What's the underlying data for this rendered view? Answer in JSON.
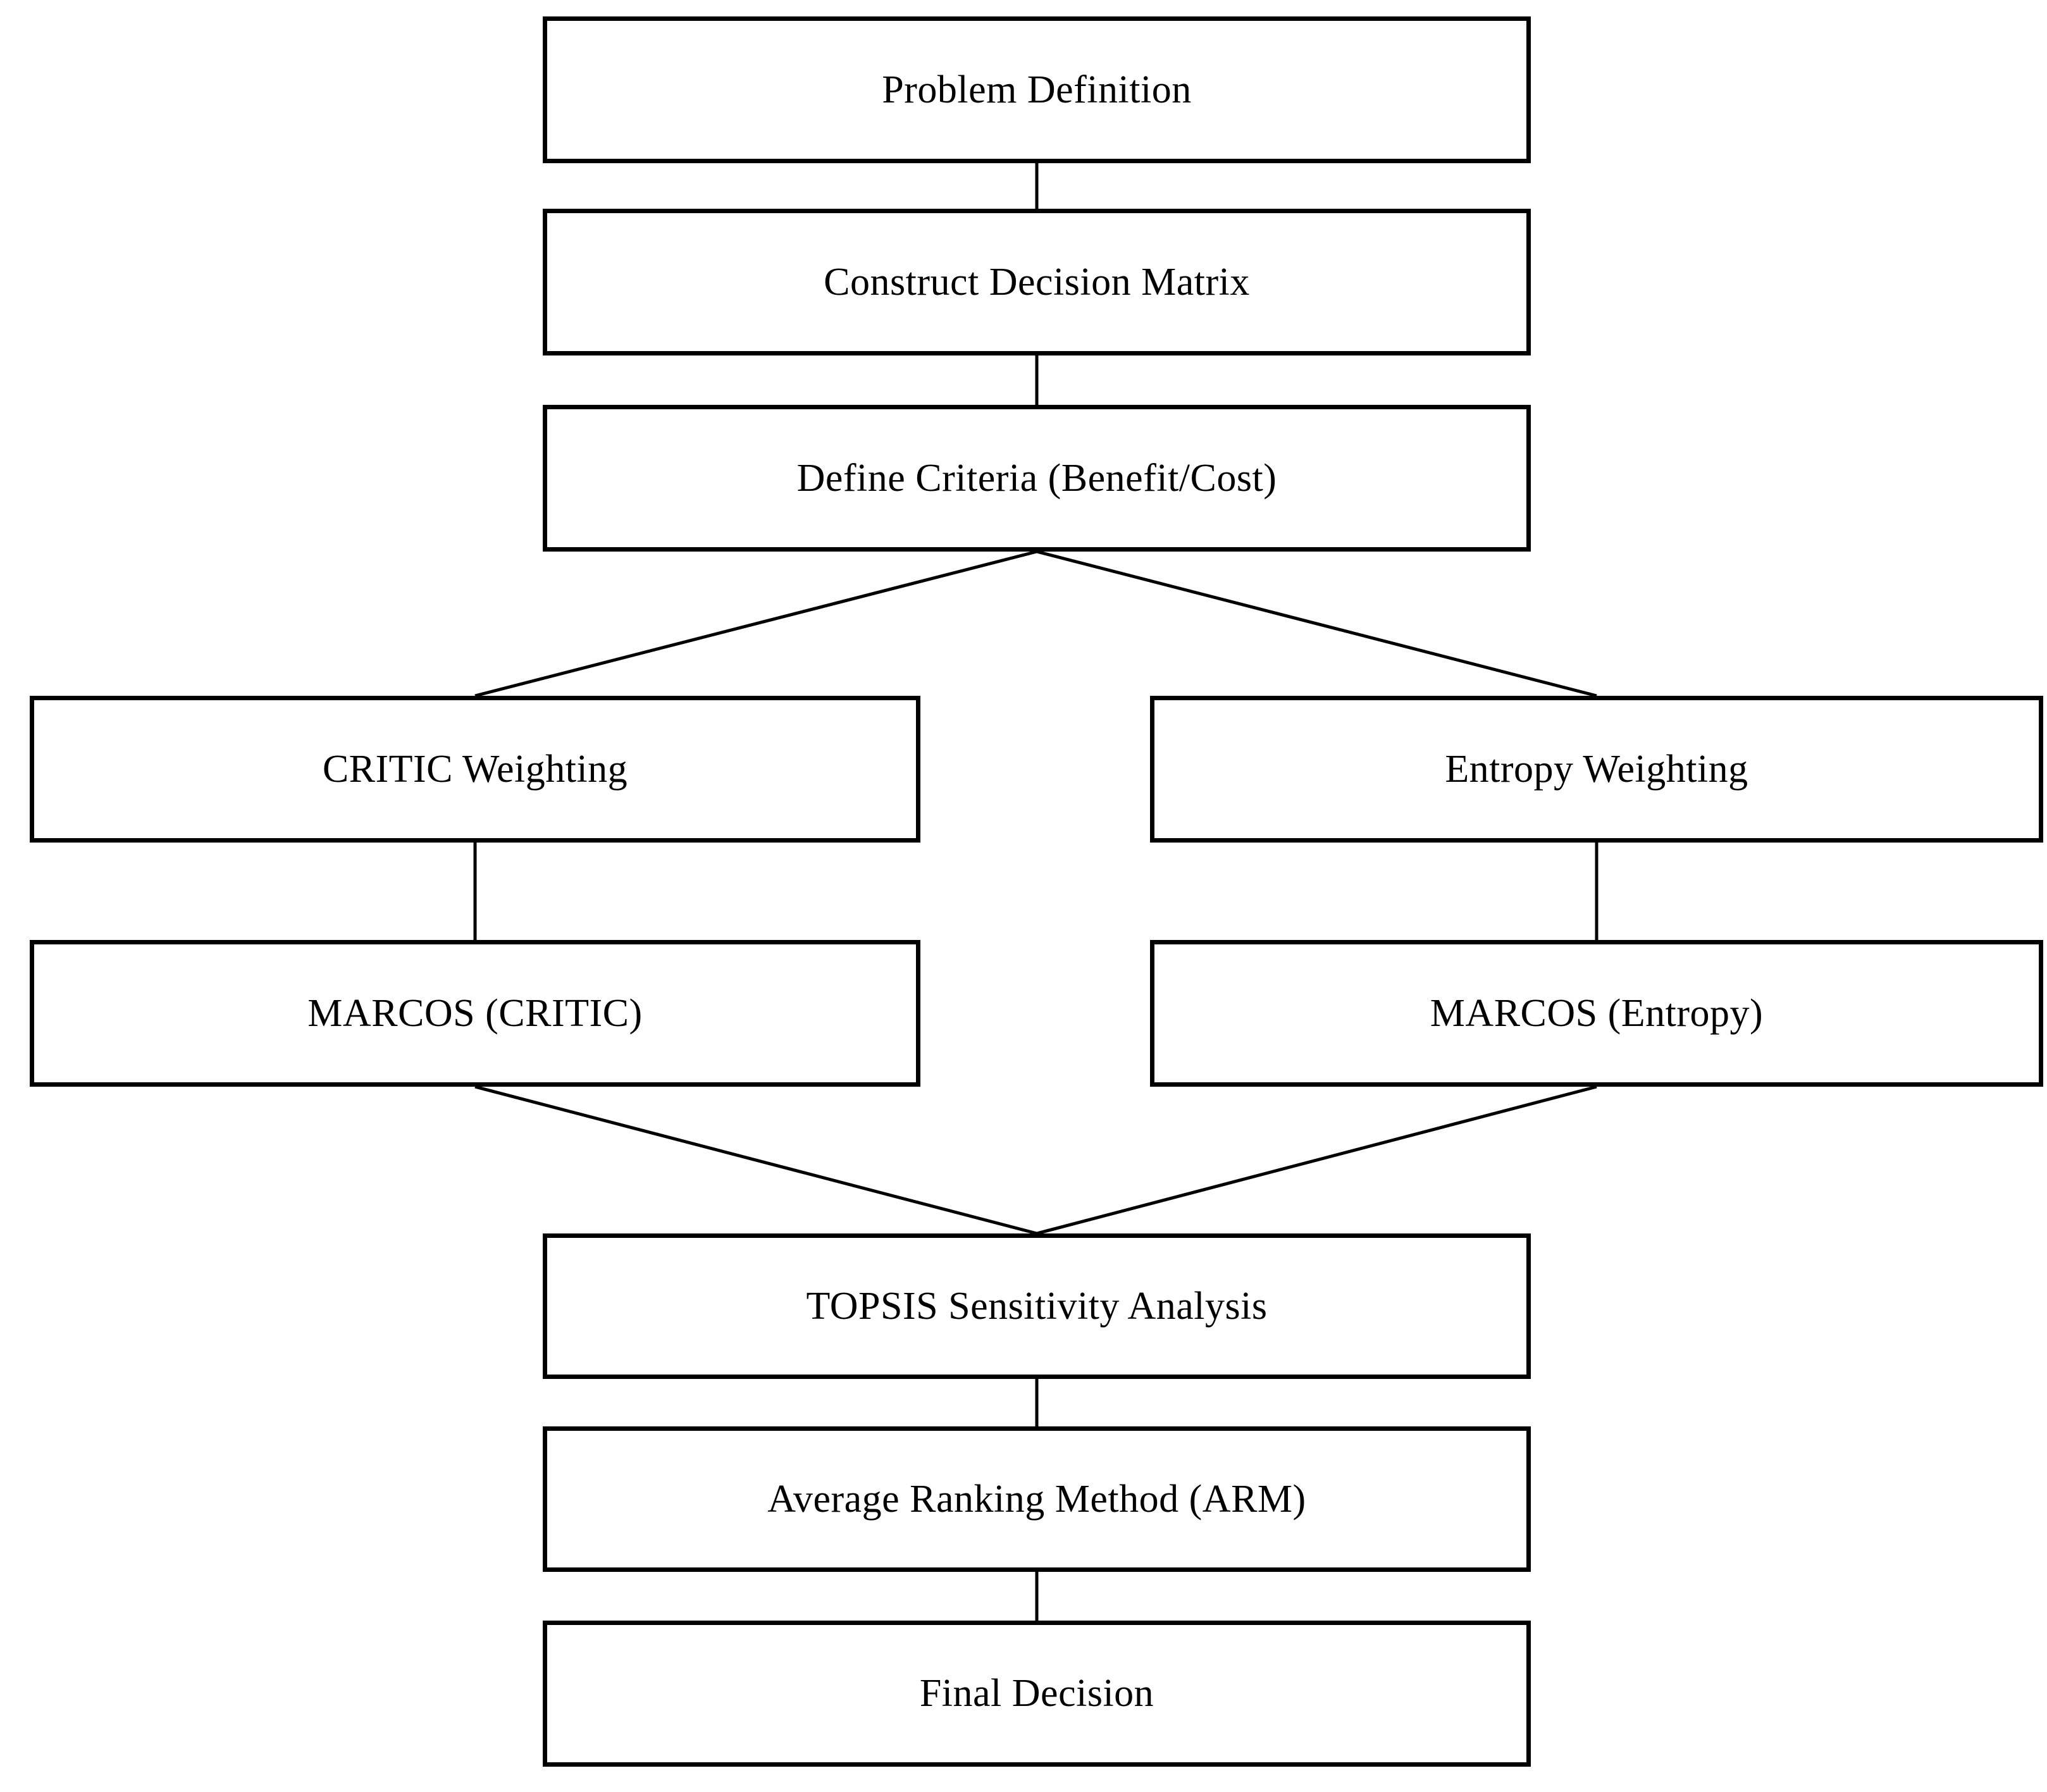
{
  "diagram": {
    "type": "flowchart",
    "colors": {
      "background": "#ffffff",
      "box_fill": "#ffffff",
      "box_border": "#000000",
      "text": "#000000",
      "connector": "#000000"
    },
    "nodes": [
      {
        "label": "Problem Definition"
      },
      {
        "label": "Construct Decision Matrix"
      },
      {
        "label": "Define Criteria (Benefit/Cost)"
      },
      {
        "label": "CRITIC Weighting"
      },
      {
        "label": "Entropy Weighting"
      },
      {
        "label": "MARCOS (CRITIC)"
      },
      {
        "label": "MARCOS (Entropy)"
      },
      {
        "label": "TOPSIS Sensitivity Analysis"
      },
      {
        "label": "Average Ranking Method (ARM)"
      },
      {
        "label": "Final Decision"
      }
    ],
    "edges": [
      {
        "from": "Problem Definition",
        "to": "Construct Decision Matrix"
      },
      {
        "from": "Construct Decision Matrix",
        "to": "Define Criteria (Benefit/Cost)"
      },
      {
        "from": "Define Criteria (Benefit/Cost)",
        "to": "CRITIC Weighting"
      },
      {
        "from": "Define Criteria (Benefit/Cost)",
        "to": "Entropy Weighting"
      },
      {
        "from": "CRITIC Weighting",
        "to": "MARCOS (CRITIC)"
      },
      {
        "from": "Entropy Weighting",
        "to": "MARCOS (Entropy)"
      },
      {
        "from": "MARCOS (CRITIC)",
        "to": "TOPSIS Sensitivity Analysis"
      },
      {
        "from": "MARCOS (Entropy)",
        "to": "TOPSIS Sensitivity Analysis"
      },
      {
        "from": "TOPSIS Sensitivity Analysis",
        "to": "Average Ranking Method (ARM)"
      },
      {
        "from": "Average Ranking Method (ARM)",
        "to": "Final Decision"
      }
    ]
  }
}
